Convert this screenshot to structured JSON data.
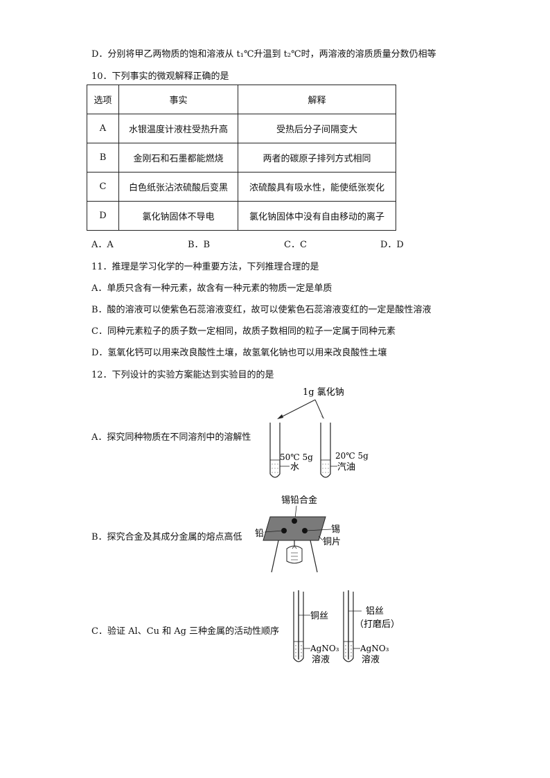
{
  "q9": {
    "option_d": "D．分别将甲乙两物质的饱和溶液从 t₁℃升温到 t₂℃时，两溶液的溶质质量分数仍相等"
  },
  "q10": {
    "stem": "10．下列事实的微观解释正确的是",
    "table": {
      "headers": [
        "选项",
        "事实",
        "解释"
      ],
      "rows": [
        [
          "A",
          "水银温度计液柱受热升高",
          "受热后分子间隔变大"
        ],
        [
          "B",
          "金刚石和石墨都能燃烧",
          "两者的碳原子排列方式相同"
        ],
        [
          "C",
          "白色纸张沾浓硫酸后变黑",
          "浓硫酸具有吸水性，能使纸张炭化"
        ],
        [
          "D",
          "氯化钠固体不导电",
          "氯化钠固体中没有自由移动的离子"
        ]
      ]
    },
    "answers": [
      "A．A",
      "B．B",
      "C．C",
      "D．D"
    ]
  },
  "q11": {
    "stem": "11．推理是学习化学的一种重要方法，下列推理合理的是",
    "options": [
      "A．单质只含有一种元素，故含有一种元素的物质一定是单质",
      "B．酸的溶液可以使紫色石蕊溶液变红，故可以使紫色石蕊溶液变红的一定是酸性溶液",
      "C．同种元素粒子的质子数一定相同，故质子数相同的粒子一定属于同种元素",
      "D．氢氧化钙可以用来改良酸性土壤，故氢氧化钠也可以用来改良酸性土壤"
    ]
  },
  "q12": {
    "stem": "12．下列设计的实验方案能达到实验目的的是",
    "option_a": {
      "text": "A．探究同种物质在不同溶剂中的溶解性",
      "label_top": "1g 氯化钠",
      "left_cond": "50℃ 5g",
      "left_solvent": "水",
      "right_cond": "20℃ 5g",
      "right_solvent": "汽油"
    },
    "option_b": {
      "text": "B．探究合金及其成分金属的熔点高低",
      "label_alloy": "锡铅合金",
      "label_lead": "铅",
      "label_tin": "锡",
      "label_plate": "铜片"
    },
    "option_c": {
      "text": "C．验证 Al、Cu 和 Ag 三种金属的活动性顺序",
      "label_cu": "铜丝",
      "label_al": "铝丝",
      "label_al_note": "（打磨后）",
      "label_sol1": "AgNO₃",
      "label_sol1b": "溶液",
      "label_sol2": "AgNO₃",
      "label_sol2b": "溶液"
    }
  }
}
